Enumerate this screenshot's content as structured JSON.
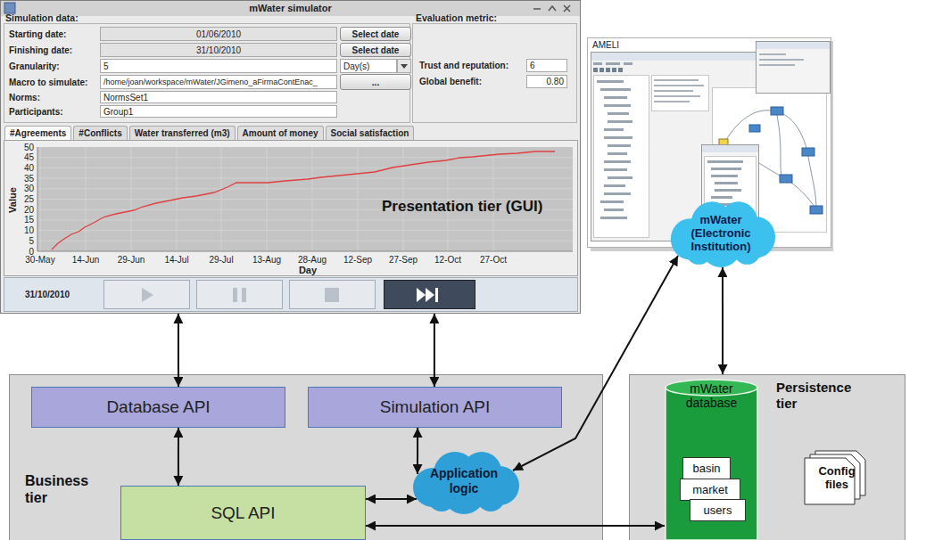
{
  "diagram": {
    "nodes": [
      {
        "text": [
          "mWater simulator",
          "Presentation tier (GUI)"
        ]
      },
      {
        "text": [
          "AMELI"
        ]
      },
      {
        "text": [
          "mWater (Electronic Institution)"
        ]
      },
      {
        "text": [
          "Business tier"
        ]
      },
      {
        "text": [
          "Database API"
        ],
        "in": 3
      },
      {
        "text": [
          "Simulation API"
        ],
        "in": 3
      },
      {
        "text": [
          "Application logic"
        ],
        "in": 3
      },
      {
        "text": [
          "SQL API"
        ],
        "in": 3
      },
      {
        "text": [
          "Persistence tier"
        ]
      },
      {
        "text": [
          "mWater database"
        ],
        "in": 8
      },
      {
        "text": [
          "basin"
        ],
        "in": 9
      },
      {
        "text": [
          "market"
        ],
        "in": 9
      },
      {
        "text": [
          "users"
        ],
        "in": 9
      },
      {
        "text": [
          "Config files"
        ],
        "in": 8
      }
    ],
    "edges": [
      {
        "from": 0,
        "to": 4,
        "arrow": "both"
      },
      {
        "from": 0,
        "to": 5,
        "arrow": "both"
      },
      {
        "from": 4,
        "to": 7,
        "arrow": "both"
      },
      {
        "from": 5,
        "to": 6,
        "arrow": "both"
      },
      {
        "from": 6,
        "to": 2,
        "arrow": "both"
      },
      {
        "from": 6,
        "to": 7,
        "arrow": "both"
      },
      {
        "from": 7,
        "to": 9,
        "arrow": "both"
      },
      {
        "from": 2,
        "to": 8,
        "arrow": "both"
      }
    ],
    "labels": [
      "Simulation data:",
      "Starting date:",
      "01/06/2010",
      "Select date",
      "Finishing date:",
      "31/10/2010",
      "Select date",
      "Granularity:",
      "5",
      "Day(s)",
      "Macro to simulate:",
      "/home/joan/workspace/mWater/JGimeno_aFirmaContEnac_",
      "...",
      "Norms:",
      "NormsSet1",
      "Participants:",
      "Group1",
      "Evaluation metric:",
      "Trust and reputation:",
      "6",
      "Global benefit:",
      "0.80",
      "#Agreements",
      "#Conflicts",
      "Water transferred (m3)",
      "Amount of money",
      "Social satisfaction",
      "50",
      "45",
      "40",
      "35",
      "30",
      "25",
      "20",
      "15",
      "10",
      "5",
      "0",
      "Value",
      "30-May",
      "14-Jun",
      "29-Jun",
      "14-Jul",
      "29-Jul",
      "13-Aug",
      "28-Aug",
      "12-Sep",
      "27-Sep",
      "12-Oct",
      "27-Oct",
      "Day",
      "31/10/2010"
    ]
  }
}
